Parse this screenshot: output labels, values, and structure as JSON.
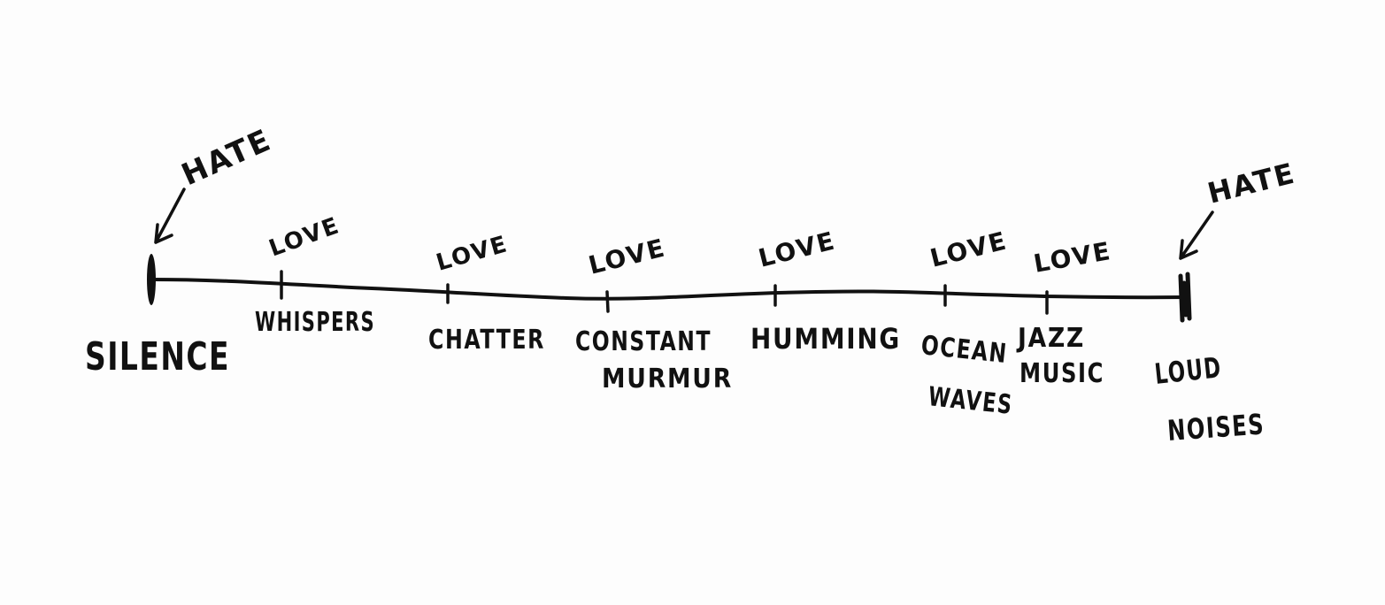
{
  "scale": {
    "left_end": {
      "label": "SILENCE",
      "annotation": "HATE"
    },
    "points": [
      {
        "label_lines": [
          "WHISPERS"
        ],
        "annotation": "LOVE"
      },
      {
        "label_lines": [
          "CHATTER"
        ],
        "annotation": "LOVE"
      },
      {
        "label_lines": [
          "CONSTANT",
          "MURMUR"
        ],
        "annotation": "LOVE"
      },
      {
        "label_lines": [
          "HUMMING"
        ],
        "annotation": "LOVE"
      },
      {
        "label_lines": [
          "OCEAN",
          "WAVES"
        ],
        "annotation": "LOVE"
      },
      {
        "label_lines": [
          "JAZZ",
          "MUSIC"
        ],
        "annotation": "LOVE"
      }
    ],
    "right_end": {
      "label_lines": [
        "LOUD",
        "NOISES"
      ],
      "annotation": "HATE"
    }
  },
  "colors": {
    "ink": "#111111",
    "paper": "#fdfdfd"
  }
}
